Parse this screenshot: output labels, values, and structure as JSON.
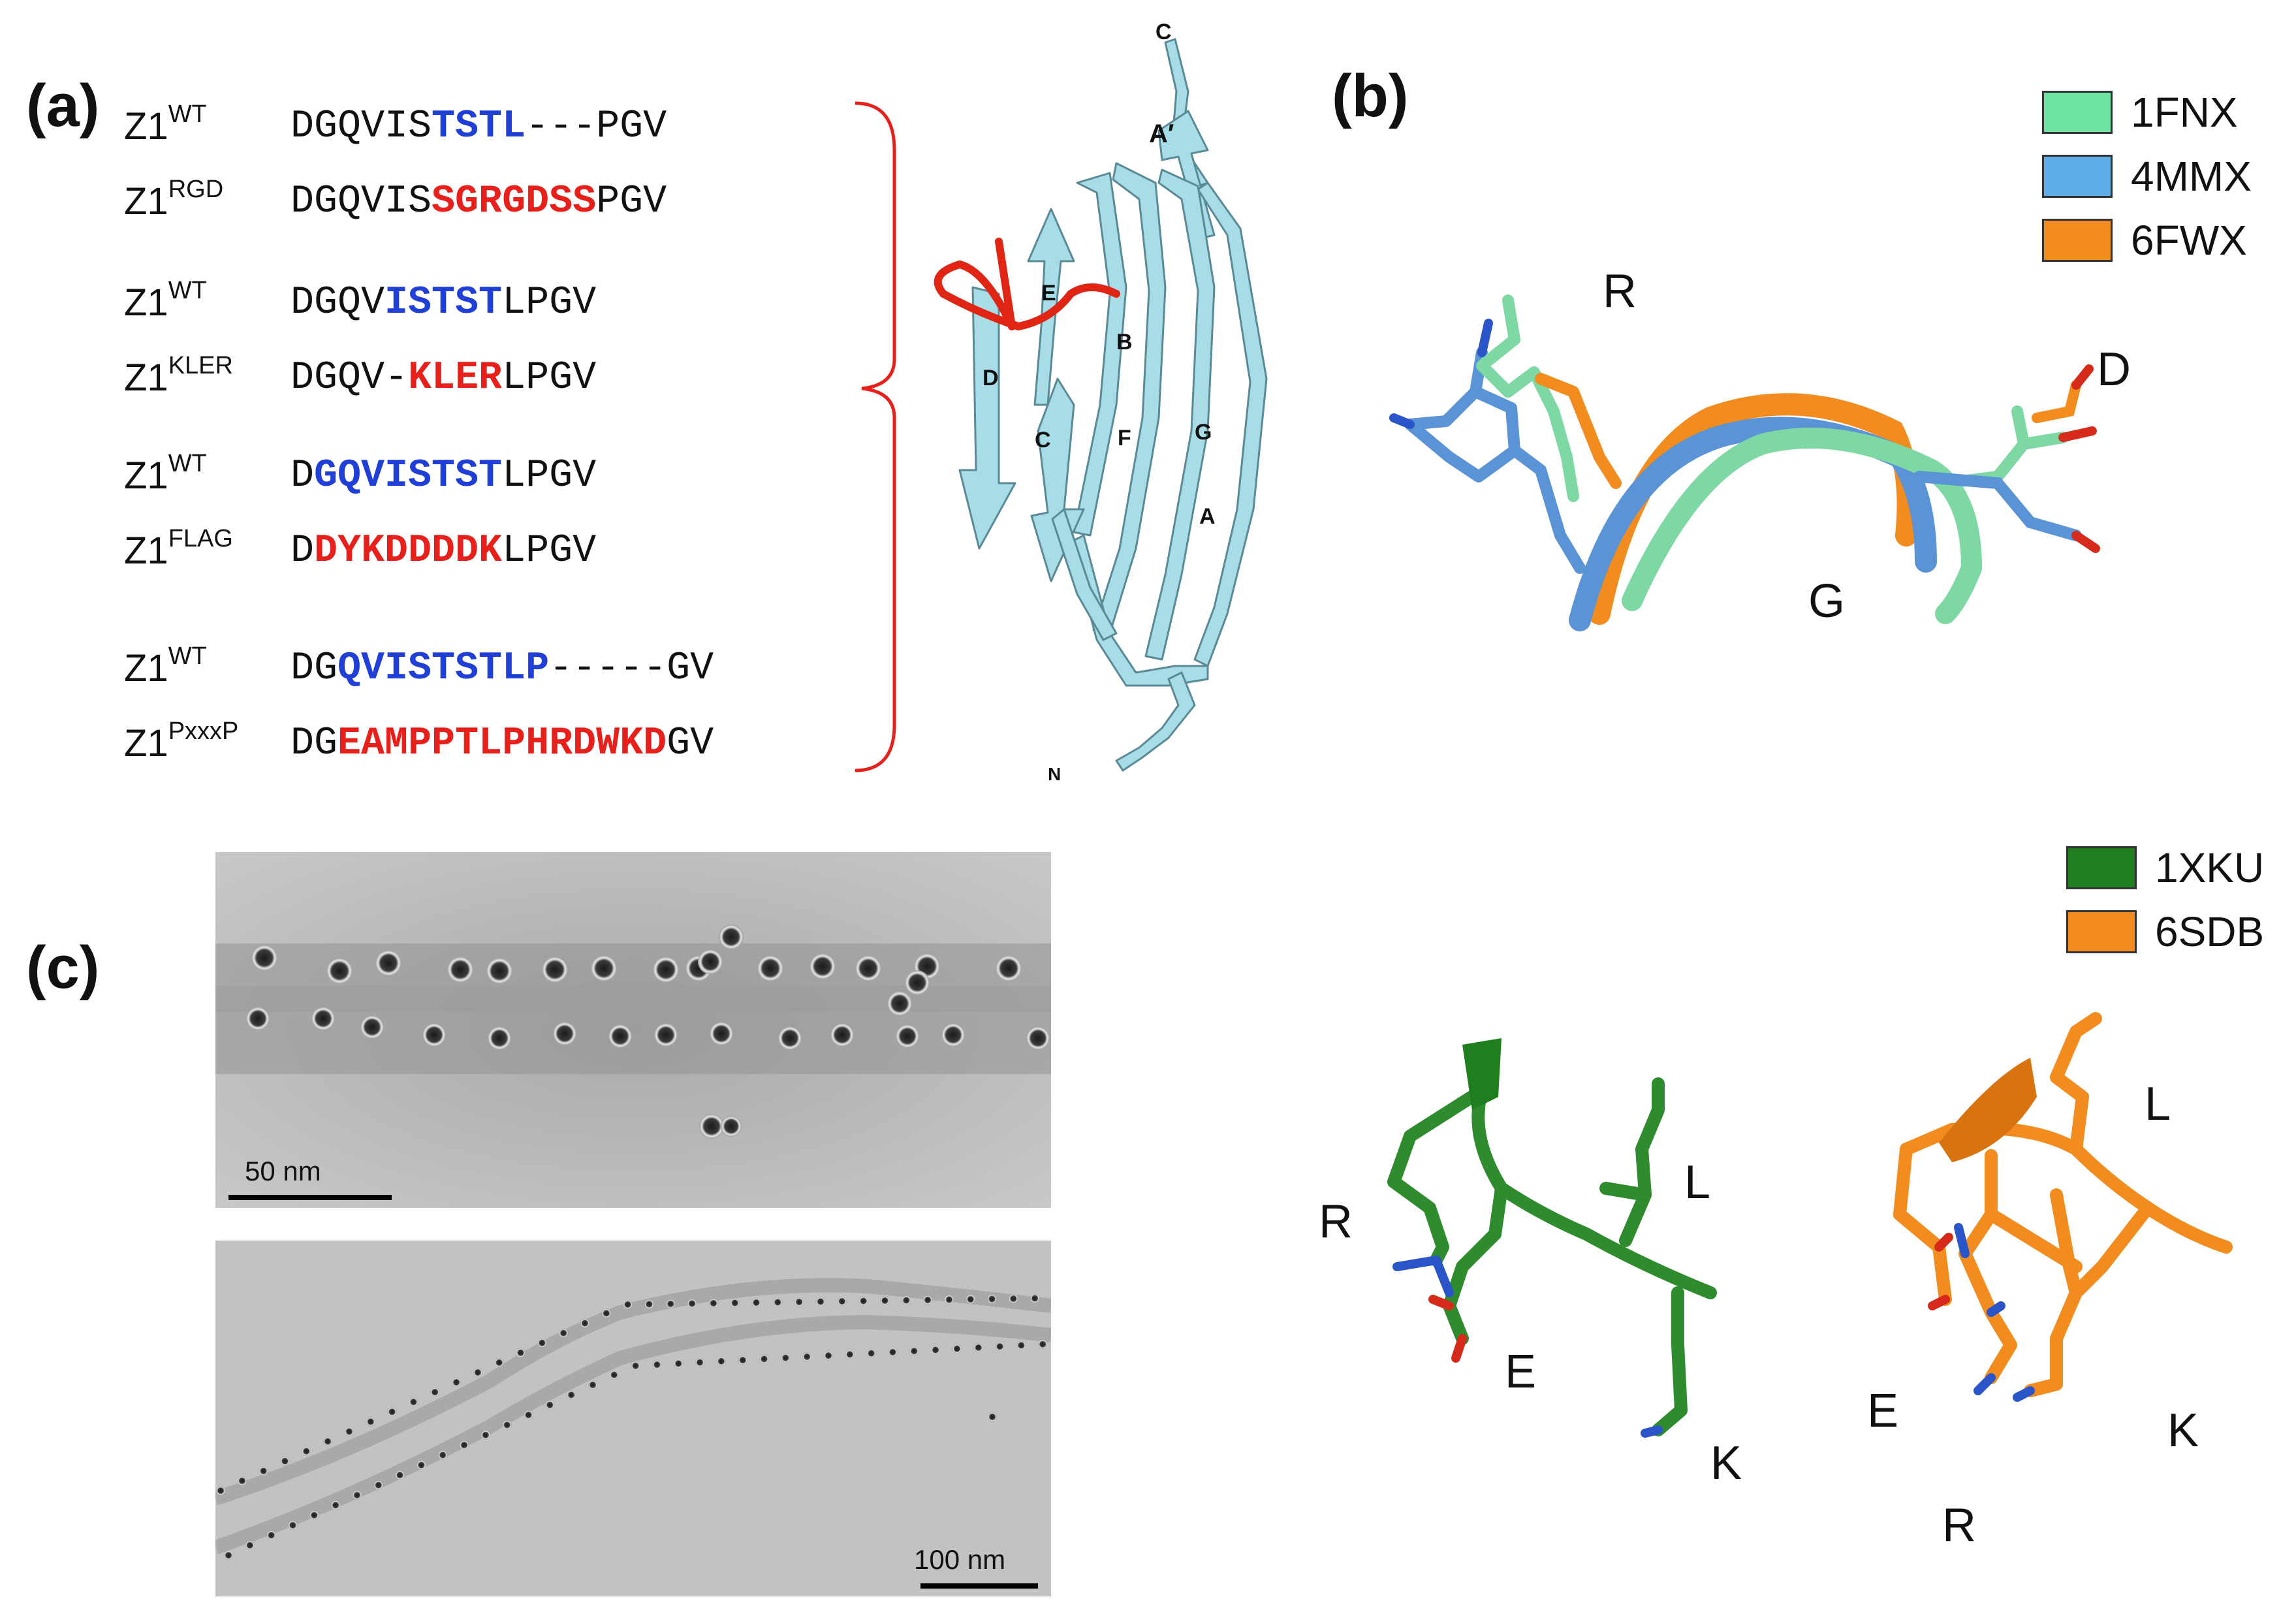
{
  "panels": {
    "a": "(a)",
    "b": "(b)",
    "c": "(c)"
  },
  "sequences": [
    {
      "name": "Z1",
      "sup": "WT",
      "parts": [
        {
          "t": "DGQVIS",
          "c": "plain"
        },
        {
          "t": "TSTL",
          "c": "blue"
        },
        {
          "t": "---PGV",
          "c": "plain"
        }
      ]
    },
    {
      "name": "Z1",
      "sup": "RGD",
      "parts": [
        {
          "t": "DGQVIS",
          "c": "plain"
        },
        {
          "t": "SGRGDSS",
          "c": "red"
        },
        {
          "t": "PGV",
          "c": "plain"
        }
      ]
    },
    {
      "name": "Z1",
      "sup": "WT",
      "parts": [
        {
          "t": "DGQV",
          "c": "plain"
        },
        {
          "t": "ISTST",
          "c": "blue"
        },
        {
          "t": "LPGV",
          "c": "plain"
        }
      ]
    },
    {
      "name": "Z1",
      "sup": "KLER",
      "parts": [
        {
          "t": "DGQV-",
          "c": "plain"
        },
        {
          "t": "KLER",
          "c": "red"
        },
        {
          "t": "LPGV",
          "c": "plain"
        }
      ]
    },
    {
      "name": "Z1",
      "sup": "WT",
      "parts": [
        {
          "t": "D",
          "c": "plain"
        },
        {
          "t": "GQVISTST",
          "c": "blue"
        },
        {
          "t": "LPGV",
          "c": "plain"
        }
      ]
    },
    {
      "name": "Z1",
      "sup": "FLAG",
      "parts": [
        {
          "t": "D",
          "c": "plain"
        },
        {
          "t": "DYKDDDDK",
          "c": "red"
        },
        {
          "t": "LPGV",
          "c": "plain"
        }
      ]
    },
    {
      "name": "Z1",
      "sup": "WT",
      "parts": [
        {
          "t": "DG",
          "c": "plain"
        },
        {
          "t": "QVISTSTLP",
          "c": "blue"
        },
        {
          "t": "-----GV",
          "c": "plain"
        }
      ]
    },
    {
      "name": "Z1",
      "sup": "PxxxP",
      "parts": [
        {
          "t": "DG",
          "c": "plain"
        },
        {
          "t": "EAMPPTLPHRDWKD",
          "c": "red"
        },
        {
          "t": "GV",
          "c": "plain"
        }
      ]
    }
  ],
  "strand_labels": {
    "c_term": "C",
    "a_prime": "A′",
    "e": "E",
    "b": "B",
    "d": "D",
    "c": "C",
    "f": "F",
    "g": "G",
    "a": "A",
    "n_term": "N"
  },
  "legend_b": [
    {
      "label": "1FNX",
      "color": "#6fe3a2"
    },
    {
      "label": "4MMX",
      "color": "#5caee8"
    },
    {
      "label": "6FWX",
      "color": "#f28c1e"
    }
  ],
  "residues_b": {
    "r": "R",
    "g": "G",
    "d": "D"
  },
  "legend_klr": [
    {
      "label": "1XKU",
      "color": "#1f7f1f"
    },
    {
      "label": "6SDB",
      "color": "#f28c1e"
    }
  ],
  "residues_green": {
    "r": "R",
    "e": "E",
    "l": "L",
    "k": "K"
  },
  "residues_orange": {
    "l": "L",
    "e": "E",
    "k": "K",
    "r": "R"
  },
  "em": {
    "top_scale": "50 nm",
    "bottom_scale": "100 nm"
  },
  "colors": {
    "blue_highlight": "#1f3fd6",
    "red_highlight": "#e8201c",
    "fibronectin_cyan": "#a8dde8",
    "loop_red": "#e02515"
  }
}
